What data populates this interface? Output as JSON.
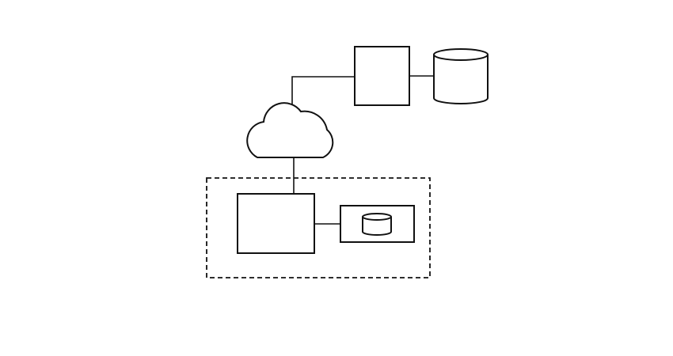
{
  "diagram": {
    "elements": [
      {
        "id": "server",
        "shape": "rectangle"
      },
      {
        "id": "server-database",
        "shape": "cylinder"
      },
      {
        "id": "network",
        "shape": "cloud"
      },
      {
        "id": "local-system",
        "shape": "dashed-rectangle"
      },
      {
        "id": "local-device",
        "shape": "rectangle"
      },
      {
        "id": "local-storage",
        "shape": "rectangle"
      },
      {
        "id": "local-database",
        "shape": "cylinder"
      }
    ],
    "connections": [
      {
        "from": "network",
        "to": "server"
      },
      {
        "from": "server",
        "to": "server-database"
      },
      {
        "from": "network",
        "to": "local-device"
      },
      {
        "from": "local-device",
        "to": "local-storage"
      }
    ],
    "colors": {
      "stroke": "#111111",
      "background": "#ffffff"
    }
  }
}
